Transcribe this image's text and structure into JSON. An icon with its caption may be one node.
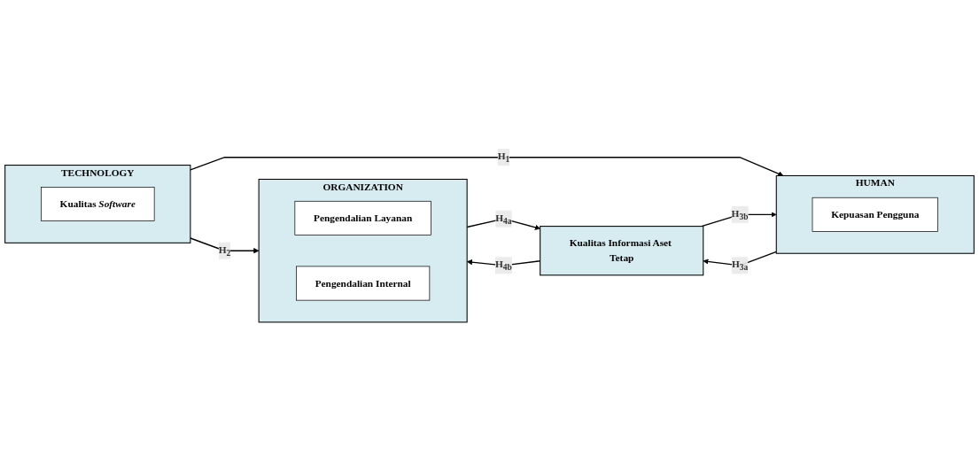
{
  "diagram": {
    "nodes": [
      {
        "text": [
          "TECHNOLOGY"
        ]
      },
      {
        "text": [
          "Kualitas *Software*"
        ],
        "in": 0
      },
      {
        "text": [
          "HUMAN"
        ]
      },
      {
        "text": [
          "Kepuasan Pengguna"
        ],
        "in": 2
      },
      {
        "text": [
          "ORGANIZATION"
        ]
      },
      {
        "text": [
          "Pengendalian Layanan"
        ],
        "in": 4
      },
      {
        "text": [
          "Pengendalian Internal"
        ],
        "in": 4
      },
      {
        "text": [
          "Kualitas Informasi Aset Tetap"
        ]
      }
    ],
    "edges": [
      {
        "from": 0,
        "to": 2,
        "arrow": "to",
        "label": "H$_{1}$"
      },
      {
        "from": 0,
        "to": 4,
        "arrow": "to",
        "label": "H$_{2}$"
      },
      {
        "from": 2,
        "to": 7,
        "arrow": "to",
        "label": "H$_{3a}$"
      },
      {
        "from": 7,
        "to": 2,
        "arrow": "to",
        "label": "H$_{3b}$"
      },
      {
        "from": 4,
        "to": 7,
        "arrow": "to",
        "label": "H$_{4a}$"
      },
      {
        "from": 7,
        "to": 4,
        "arrow": "to",
        "label": "H$_{4b}$"
      }
    ]
  }
}
